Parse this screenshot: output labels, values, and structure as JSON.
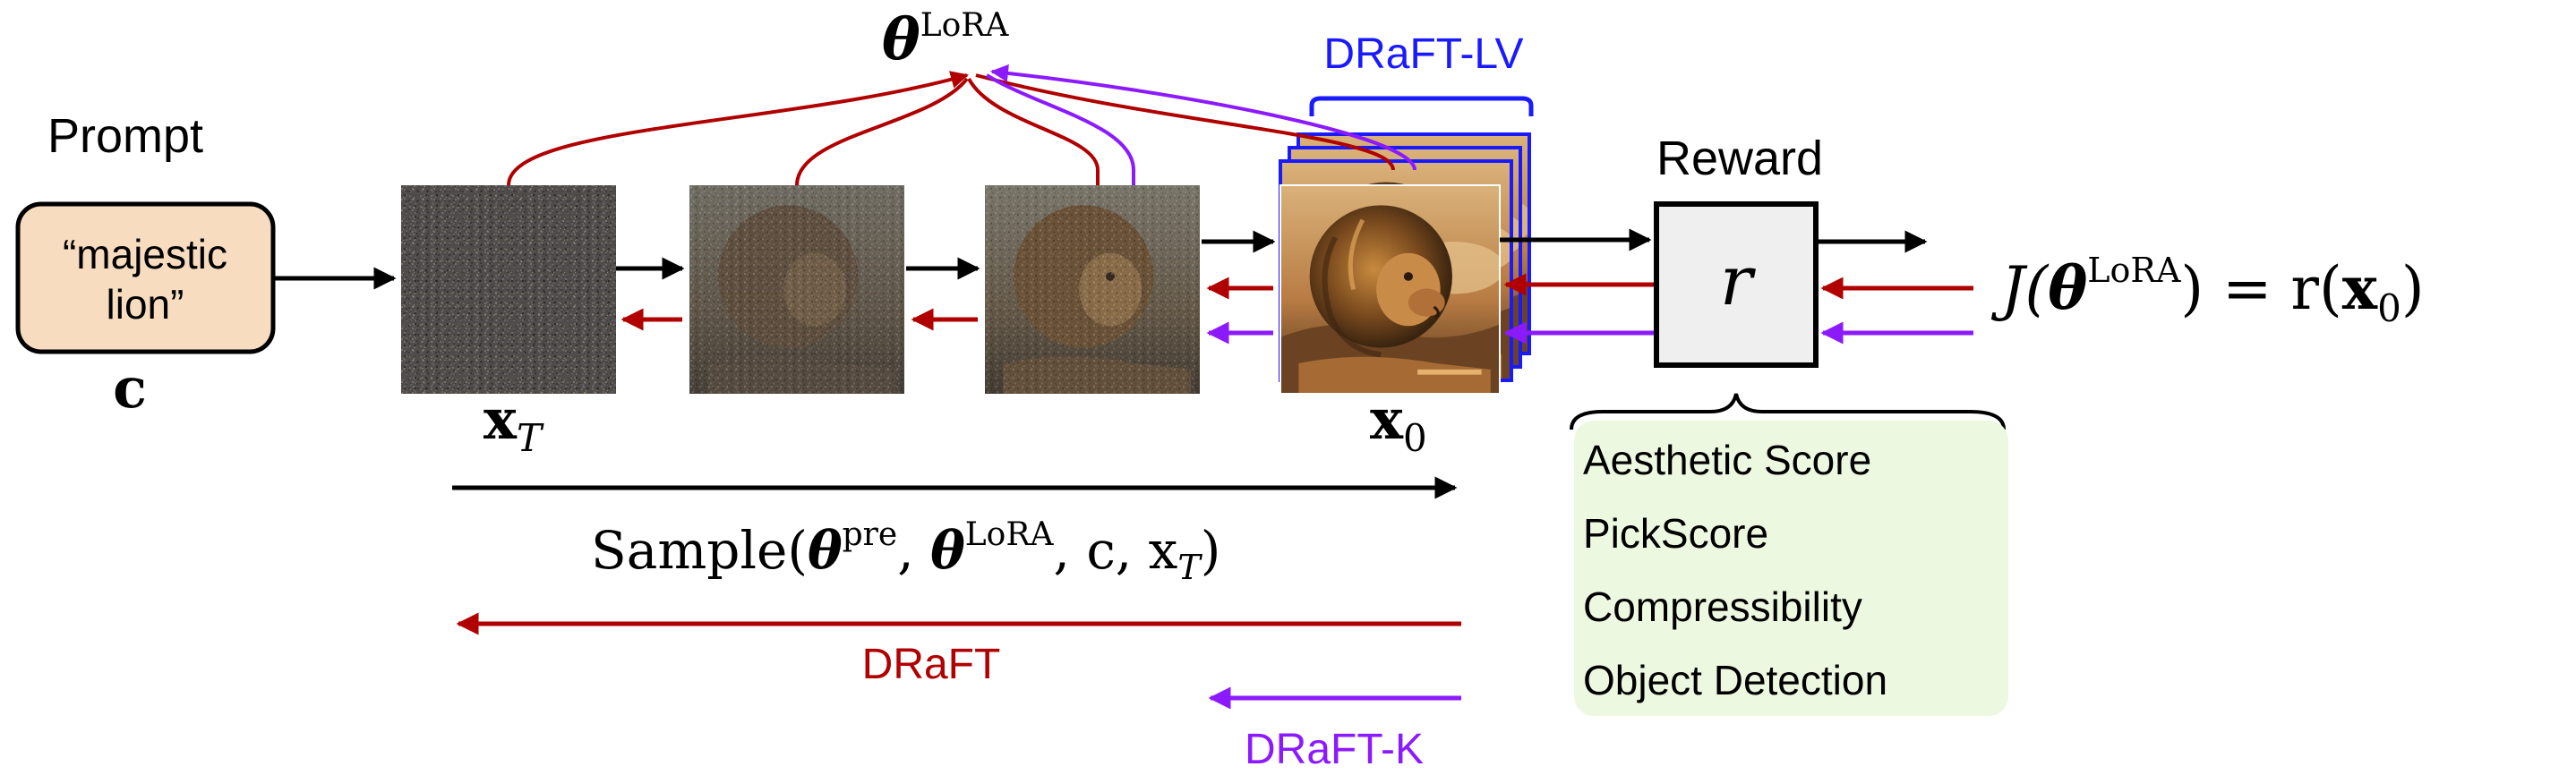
{
  "prompt": {
    "label": "Prompt",
    "text_line1": "“majestic",
    "text_line2": "lion”",
    "symbol": "c"
  },
  "math": {
    "theta": "θ",
    "lora": "LoRA",
    "x_T_base": "x",
    "x_T_sub": "T",
    "x_0_base": "x",
    "x_0_sub": "0"
  },
  "sample": {
    "func": "Sample(",
    "theta1": "θ",
    "pre": "pre",
    "comma1": ", ",
    "theta2": "θ",
    "lora": "LoRA",
    "rest": ", c, x",
    "sub_T": "T",
    "close": ")"
  },
  "draft_lv_label": "DRaFT-LV",
  "reward": {
    "label": "Reward",
    "symbol": "r",
    "options": [
      "Aesthetic Score",
      "PickScore",
      "Compressibility",
      "Object Detection"
    ]
  },
  "objective": {
    "j": "J(",
    "theta": "θ",
    "lora": "LoRA",
    "eq": ") = r(",
    "x": "x",
    "sub": "0",
    "close": ")"
  },
  "legend": {
    "draft": "DRaFT",
    "draft_k": "DRaFT-K"
  },
  "colors": {
    "forward": "#000000",
    "draft": "#b00000",
    "draft_k": "#8c1aff",
    "draft_lv": "#1a1aff",
    "prompt_fill": "#f7dcc0",
    "reward_fill": "#efefef",
    "options_fill": "#ecf8df"
  }
}
